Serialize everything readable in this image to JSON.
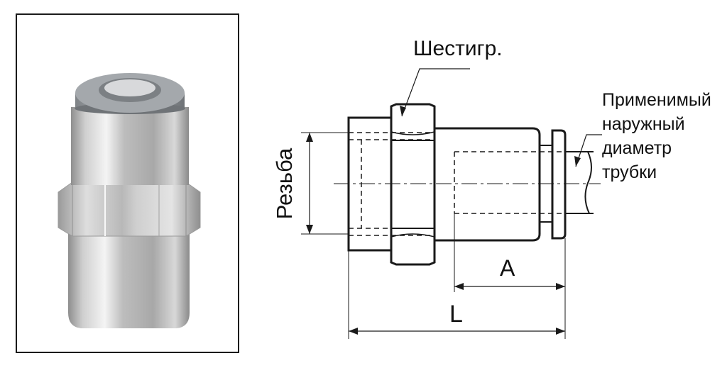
{
  "labels": {
    "hex": "Шестигр.",
    "tube_line1": "Применимый",
    "tube_line2": "наружный",
    "tube_line3": "диаметр",
    "tube_line4": "трубки",
    "thread": "Резьба",
    "dim_a": "A",
    "dim_l": "L"
  },
  "colors": {
    "line": "#1a1a1a",
    "tube_gray": "#8e9296",
    "metal_light": "#e8e8e8",
    "metal_dark": "#8a8a8a"
  }
}
